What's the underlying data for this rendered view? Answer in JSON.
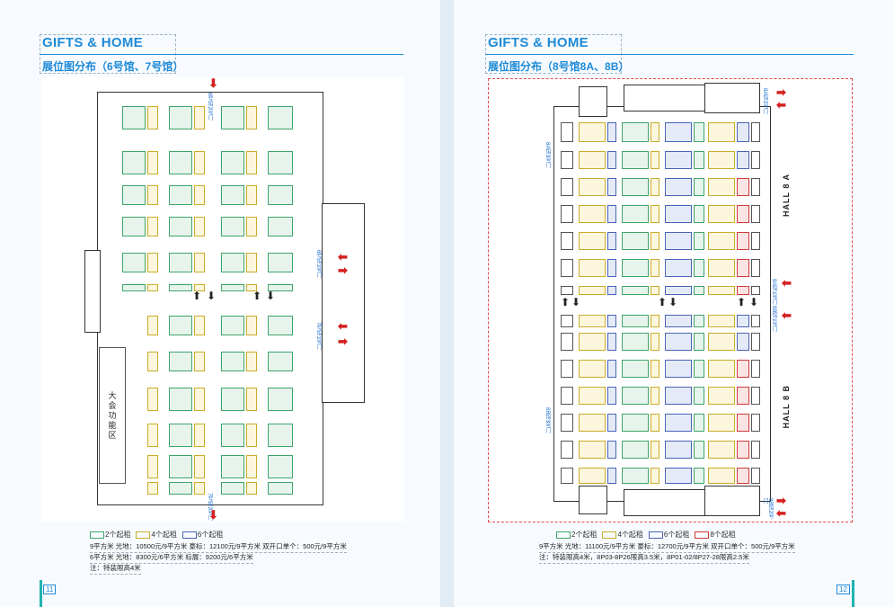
{
  "left": {
    "brand": "GIFTS & HOME",
    "subtitle": "展位图分布（6号馆、7号馆）",
    "zone_label": "大会功能区",
    "gates": {
      "top": "6号馆2号门",
      "right_upper": "6号馆1号门",
      "right_lower": "7号馆1号门",
      "bottom": "7号馆2号门"
    },
    "legend": [
      {
        "label": "2个起租",
        "color": "#3fa46a"
      },
      {
        "label": "4个起租",
        "color": "#c9ad2a"
      },
      {
        "label": "6个起租",
        "color": "#4a63b8"
      }
    ],
    "notes": [
      "9平方米  光地：10500元/9平方米  豪标：12100元/9平方米  双开口单个：500元/9平方米",
      "6平方米  光地：8300元/6平方米  标展：9200元/6平方米",
      "注：特装限高4米"
    ],
    "page_number": "11"
  },
  "right": {
    "brand": "GIFTS & HOME",
    "subtitle": "展位图分布（8号馆8A、8B）",
    "hall_a": "HALL 8 A",
    "hall_b": "HALL 8 B",
    "gates": {
      "top_right": "8A馆2号门",
      "mid_right_upper": "8A馆1号门",
      "mid_right_lower": "8B馆1号门",
      "bottom_right": "8B馆2号门",
      "left_a": "8A馆3号门",
      "left_b": "8B馆3号门"
    },
    "legend": [
      {
        "label": "2个起租",
        "color": "#3fa46a"
      },
      {
        "label": "4个起租",
        "color": "#c9ad2a"
      },
      {
        "label": "6个起租",
        "color": "#4a63b8"
      },
      {
        "label": "8个起租",
        "color": "#d03a3a"
      }
    ],
    "notes": [
      "9平方米  光地：11100元/9平方米  豪标：12700元/9平方米  双开口单个：500元/9平方米",
      "注：特装限高4米，8P03-8P26限高3.5米，8P01-02/8P27-28限高2.5米"
    ],
    "page_number": "12"
  }
}
